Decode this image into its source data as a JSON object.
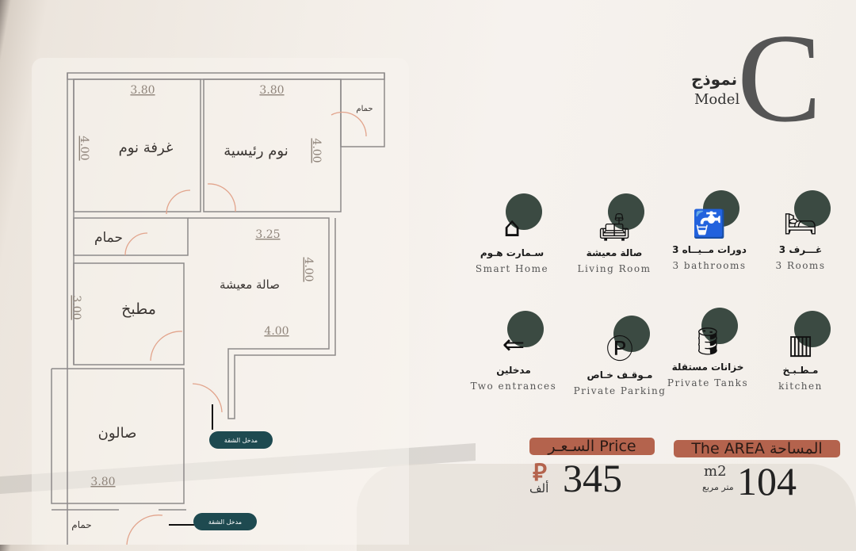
{
  "header": {
    "model_ar": "نموذج",
    "model_en": "Model",
    "model_letter": "C"
  },
  "plan": {
    "rooms": {
      "bedroom": "غرفة نوم",
      "master_bedroom": "نوم رئيسية",
      "bath_small": "حمام",
      "bath": "حمام",
      "kitchen": "مطبخ",
      "living": "صالة معيشة",
      "salon": "صالون",
      "bath_bottom": "حمام"
    },
    "dims": {
      "bedroom_w": "3.80",
      "bedroom_h": "4.00",
      "master_w": "3.80",
      "master_h": "4.00",
      "living_w1": "3.25",
      "living_h": "4.00",
      "living_w2": "4.00",
      "kitchen_h": "3.00",
      "salon_w": "3.80"
    },
    "entrances": [
      "مدخل الشقة",
      "مدخل الشقة"
    ]
  },
  "features": [
    {
      "icon": "bed-icon",
      "ar": "3 غـــرف",
      "en": "3 Rooms"
    },
    {
      "icon": "sink-icon",
      "ar": "3 دورات مــيــاه",
      "en": "3  bathrooms"
    },
    {
      "icon": "sofa-icon",
      "ar": "صالة معيشة",
      "en": "Living  Room"
    },
    {
      "icon": "smart-home-icon",
      "ar": "سـمارت هـوم",
      "en": "Smart Home"
    },
    {
      "icon": "kitchen-icon",
      "ar": "مـطـبـخ",
      "en": "kitchen"
    },
    {
      "icon": "water-tank-icon",
      "ar": "خزانات مستقلة",
      "en": "Private Tanks"
    },
    {
      "icon": "parking-icon",
      "ar": "مـوقـف خـاص",
      "en": "Private Parking"
    },
    {
      "icon": "entrance-icon",
      "ar": "مدخلين",
      "en": "Two entrances"
    }
  ],
  "price": {
    "label": "السـعـر Price",
    "value": "345",
    "currency": "⃁",
    "unit": "ألف"
  },
  "area": {
    "label": "The AREA المساحة",
    "value": "104",
    "unit_en": "m2",
    "unit_ar": "متر مربع"
  },
  "colors": {
    "accent": "#b4634d",
    "circle": "#3b4a42",
    "pill": "#1e4a50"
  }
}
